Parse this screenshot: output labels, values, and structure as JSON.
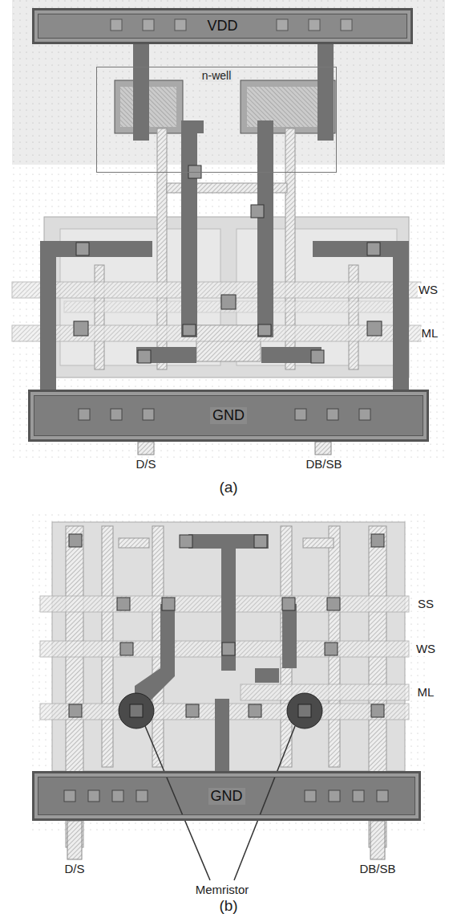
{
  "diagram": {
    "nodes": [
      {
        "text": [
          "VDD"
        ]
      },
      {
        "text": [
          "n-well"
        ]
      },
      {
        "text": [
          "GND"
        ]
      },
      {
        "text": [
          "GND"
        ]
      }
    ],
    "labels": [
      "WS",
      "ML",
      "D/S",
      "DB/SB",
      "(a)",
      "SS",
      "WS",
      "ML",
      "D/S",
      "DB/SB",
      "Memristor",
      "(b)"
    ]
  }
}
